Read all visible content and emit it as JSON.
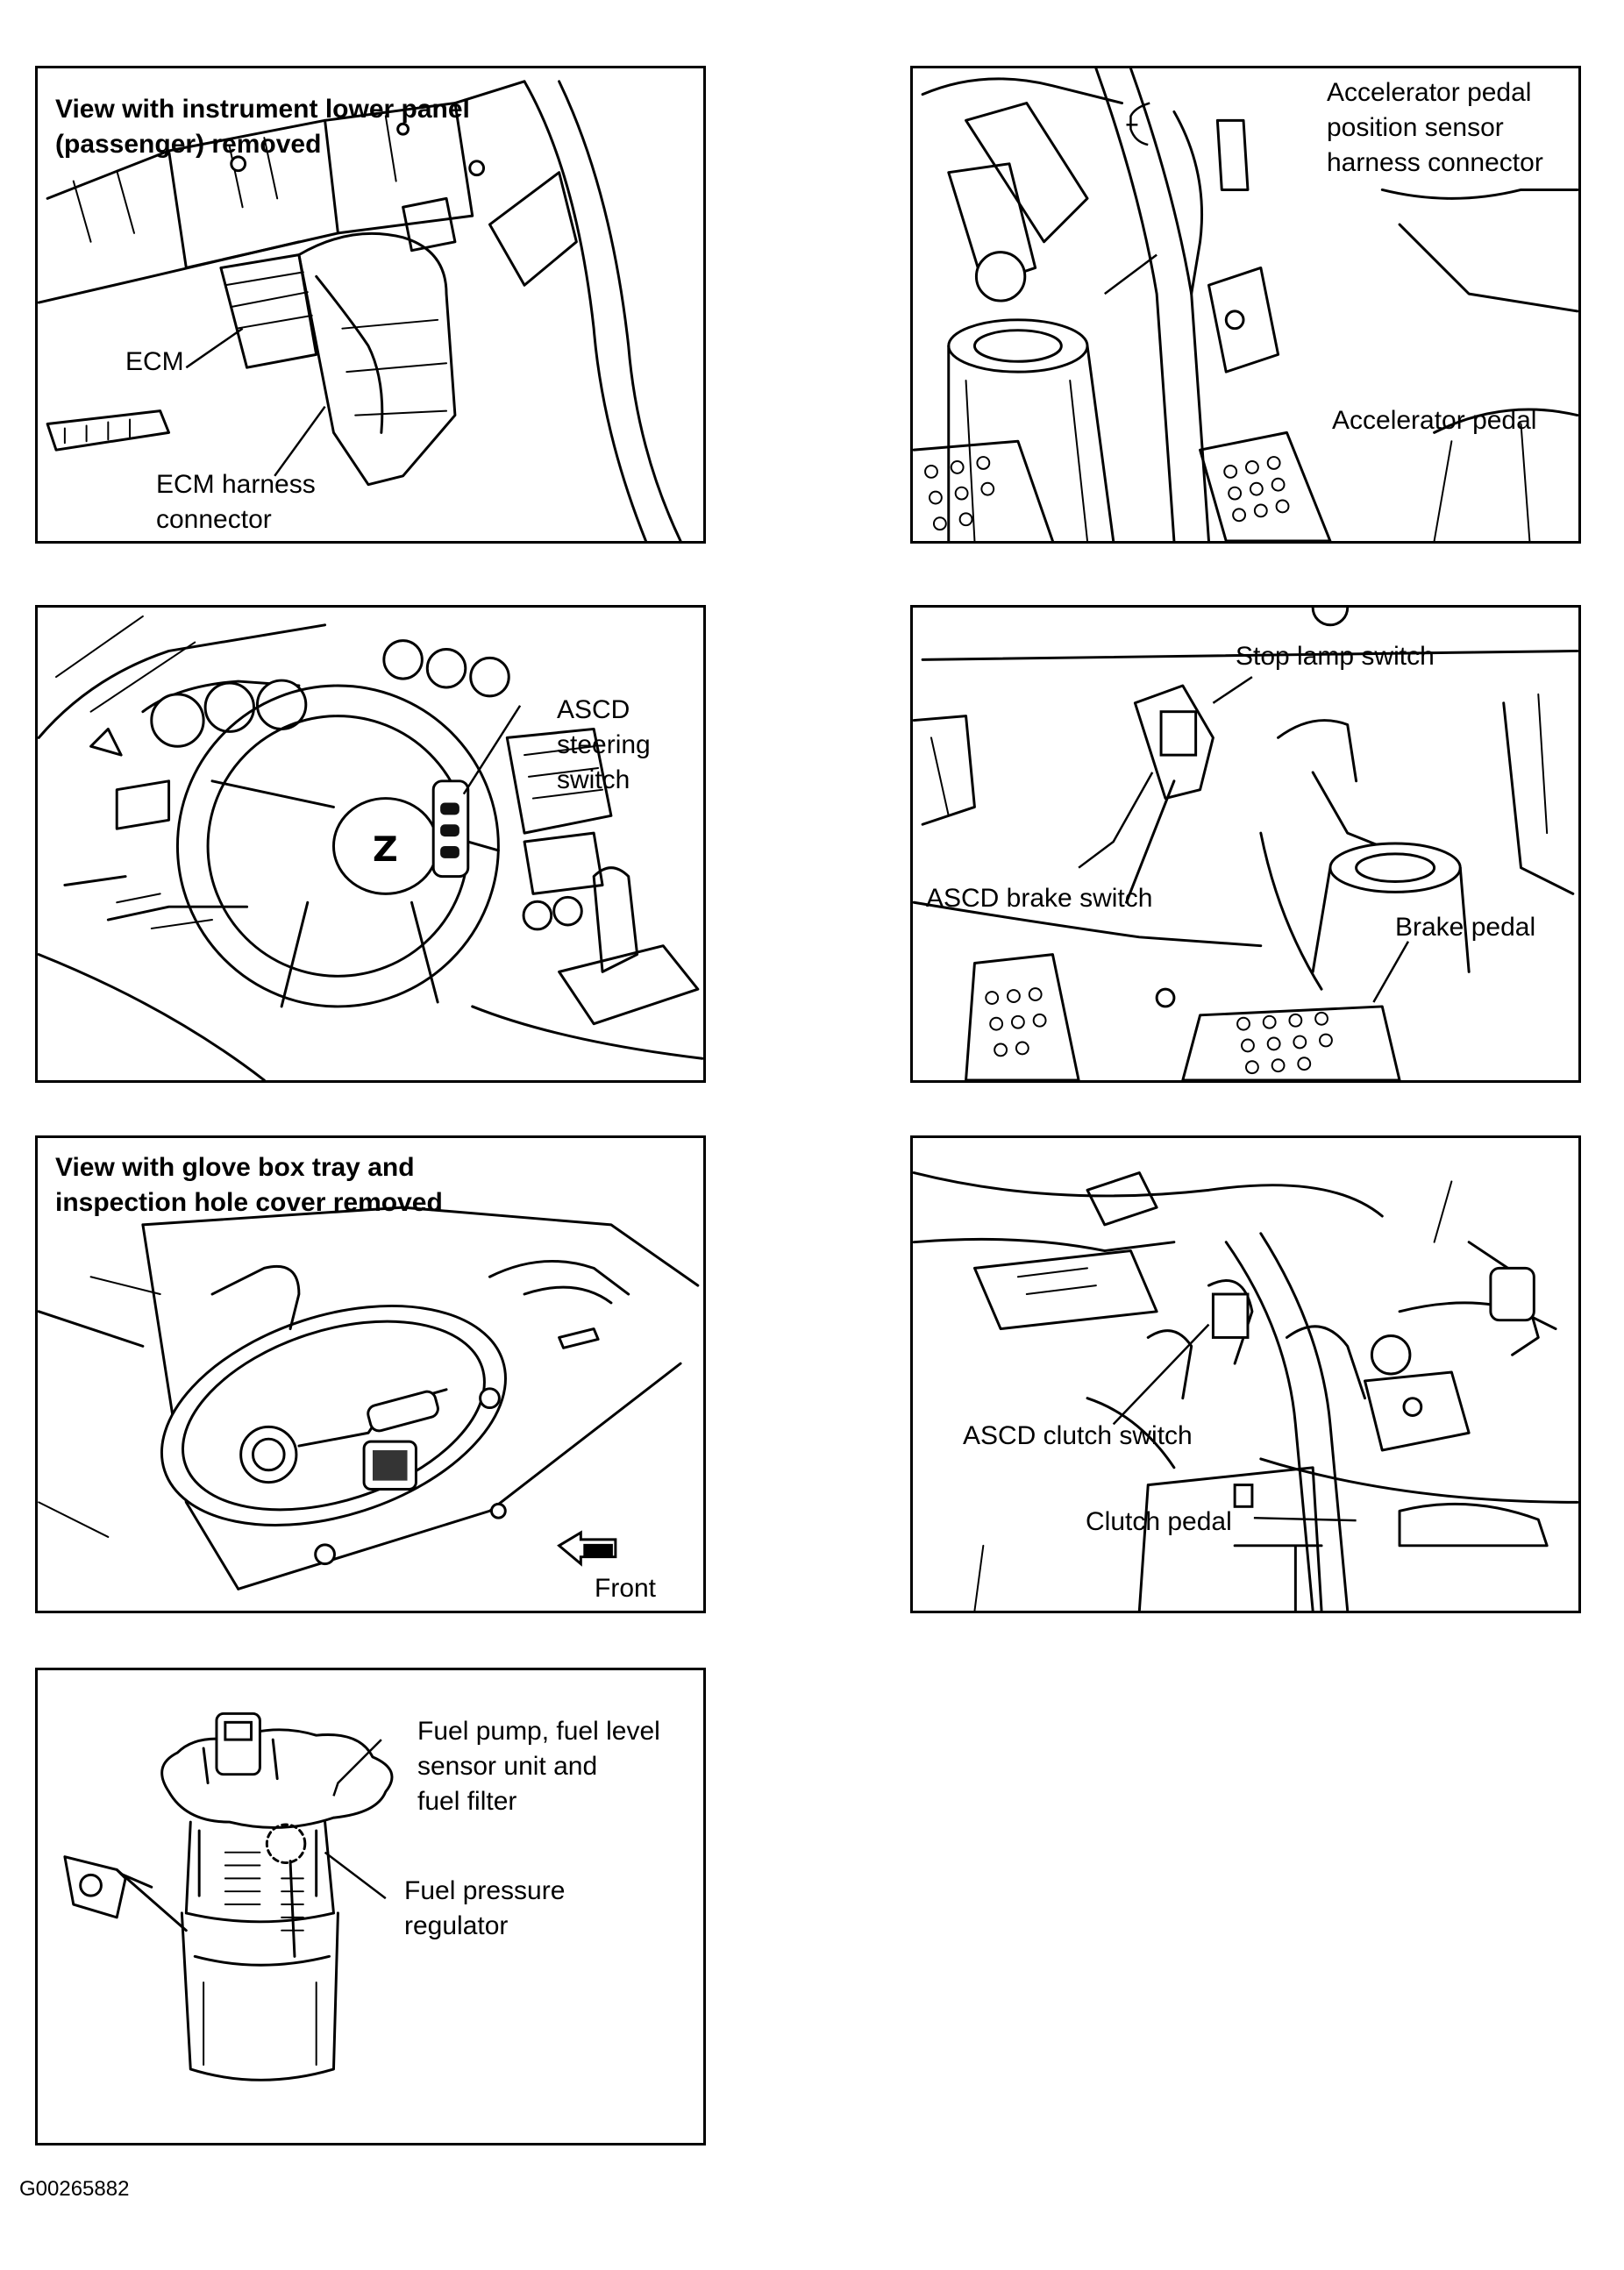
{
  "figure_code": "G00265882",
  "panels": {
    "ecm": {
      "header_line1": "View with instrument lower panel",
      "header_line2": "(passenger) removed",
      "label_ecm": "ECM",
      "label_harness_1": "ECM harness",
      "label_harness_2": "connector"
    },
    "accelerator": {
      "label_sensor_1": "Accelerator pedal",
      "label_sensor_2": "position sensor",
      "label_sensor_3": "harness connector",
      "label_pedal": "Accelerator pedal"
    },
    "steering": {
      "label_1": "ASCD",
      "label_2": "steering",
      "label_3": "switch"
    },
    "brake": {
      "label_stop_lamp": "Stop lamp switch",
      "label_brake_switch": "ASCD brake switch",
      "label_brake_pedal": "Brake pedal"
    },
    "glovebox": {
      "header_line1": "View with glove box tray and",
      "header_line2": "inspection hole cover removed",
      "label_front": "Front"
    },
    "clutch": {
      "label_clutch_switch": "ASCD clutch switch",
      "label_clutch_pedal": "Clutch pedal"
    },
    "fuel": {
      "label_pump_1": "Fuel pump, fuel level",
      "label_pump_2": "sensor unit and",
      "label_pump_3": "fuel filter",
      "label_reg_1": "Fuel pressure",
      "label_reg_2": "regulator"
    }
  }
}
